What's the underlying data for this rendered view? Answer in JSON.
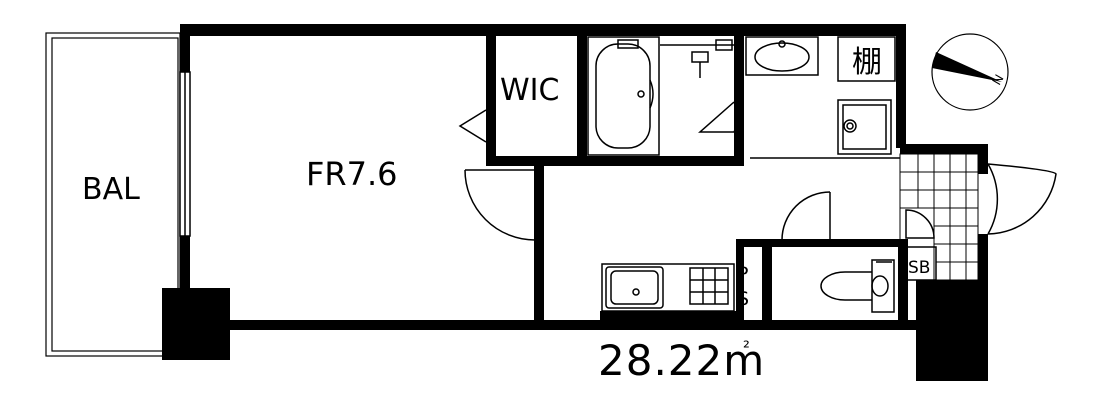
{
  "rooms": {
    "balcony": "BAL",
    "main_room": "FR7.6",
    "closet": "WIC",
    "shelf": "棚",
    "shoe_box": "SB",
    "pipe_space_1": "P",
    "pipe_space_2": "S"
  },
  "floor_area": {
    "value": "28.22",
    "unit": "m",
    "unit_sup": "²"
  },
  "compass": {
    "north_label": "N"
  }
}
